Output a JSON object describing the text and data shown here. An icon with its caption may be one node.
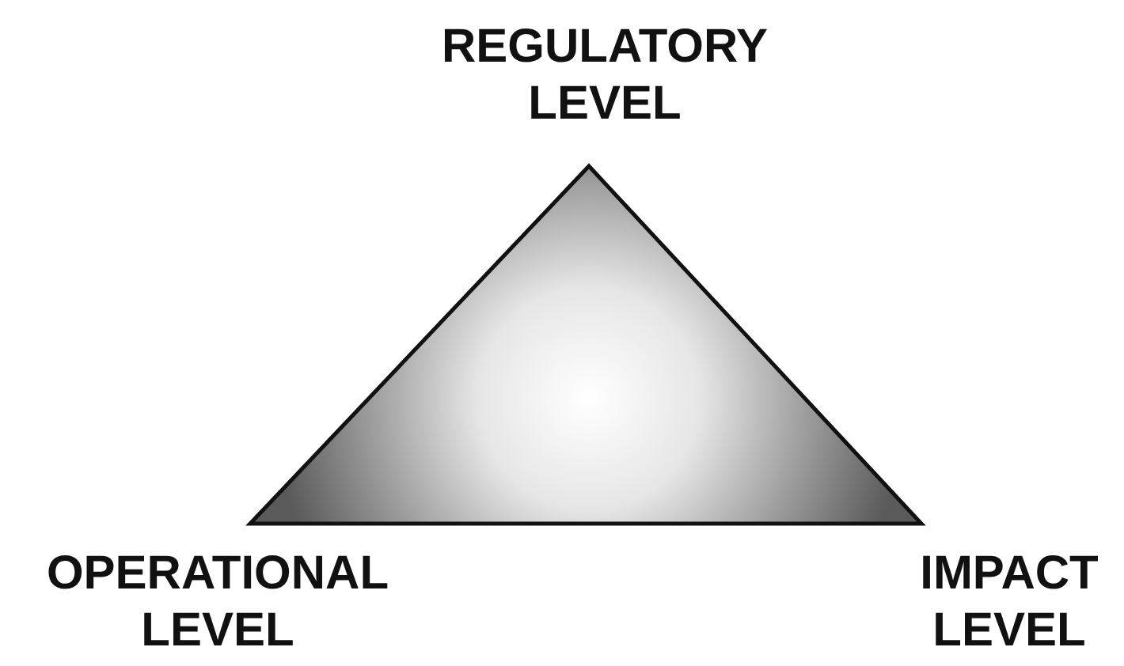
{
  "diagram": {
    "nodes": [
      {
        "text": [],
        "shape": "triangle"
      }
    ],
    "labels": [
      "REGULATORY LEVEL",
      "OPERATIONAL LEVEL",
      "IMPACT LEVEL"
    ]
  }
}
